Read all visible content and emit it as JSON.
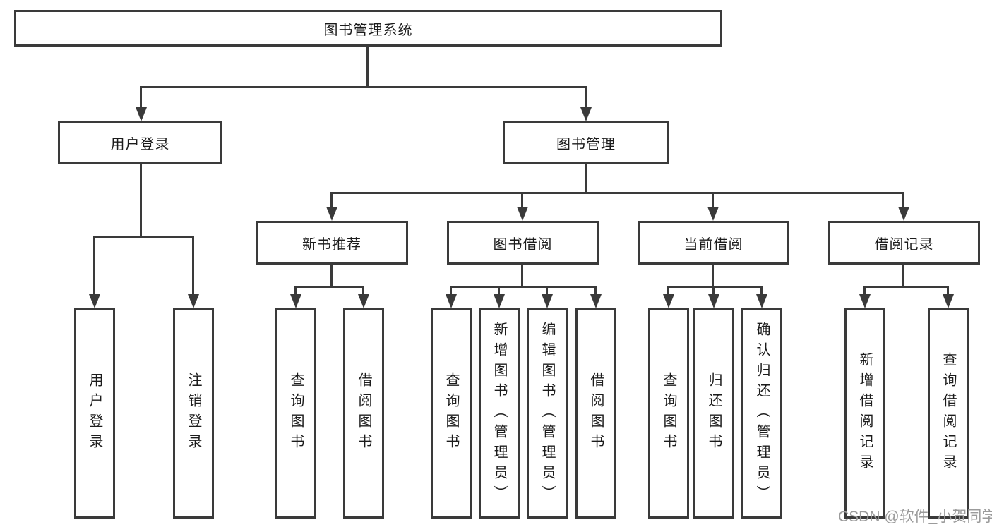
{
  "tree": {
    "root": {
      "label": "图书管理系统"
    },
    "branches": [
      {
        "label": "用户登录",
        "children": [
          {
            "label": "用户登录"
          },
          {
            "label": "注销登录"
          }
        ]
      },
      {
        "label": "图书管理",
        "children": [
          {
            "label": "新书推荐",
            "children": [
              {
                "label": "查询图书"
              },
              {
                "label": "借阅图书"
              }
            ]
          },
          {
            "label": "图书借阅",
            "children": [
              {
                "label": "查询图书"
              },
              {
                "label": "新增图书（管理员）"
              },
              {
                "label": "编辑图书（管理员）"
              },
              {
                "label": "借阅图书"
              }
            ]
          },
          {
            "label": "当前借阅",
            "children": [
              {
                "label": "查询图书"
              },
              {
                "label": "归还图书"
              },
              {
                "label": "确认归还（管理员）"
              }
            ]
          },
          {
            "label": "借阅记录",
            "children": [
              {
                "label": "新增借阅记录"
              },
              {
                "label": "查询借阅记录"
              }
            ]
          }
        ]
      }
    ]
  },
  "watermark": {
    "text": "CSDN @软件_小贺同学"
  },
  "colors": {
    "box_border": "#3a3a3a",
    "connector_line": "#3a3a3a",
    "text": "#1c1c1c",
    "watermark": "#9b9b9b",
    "background": "#ffffff"
  }
}
